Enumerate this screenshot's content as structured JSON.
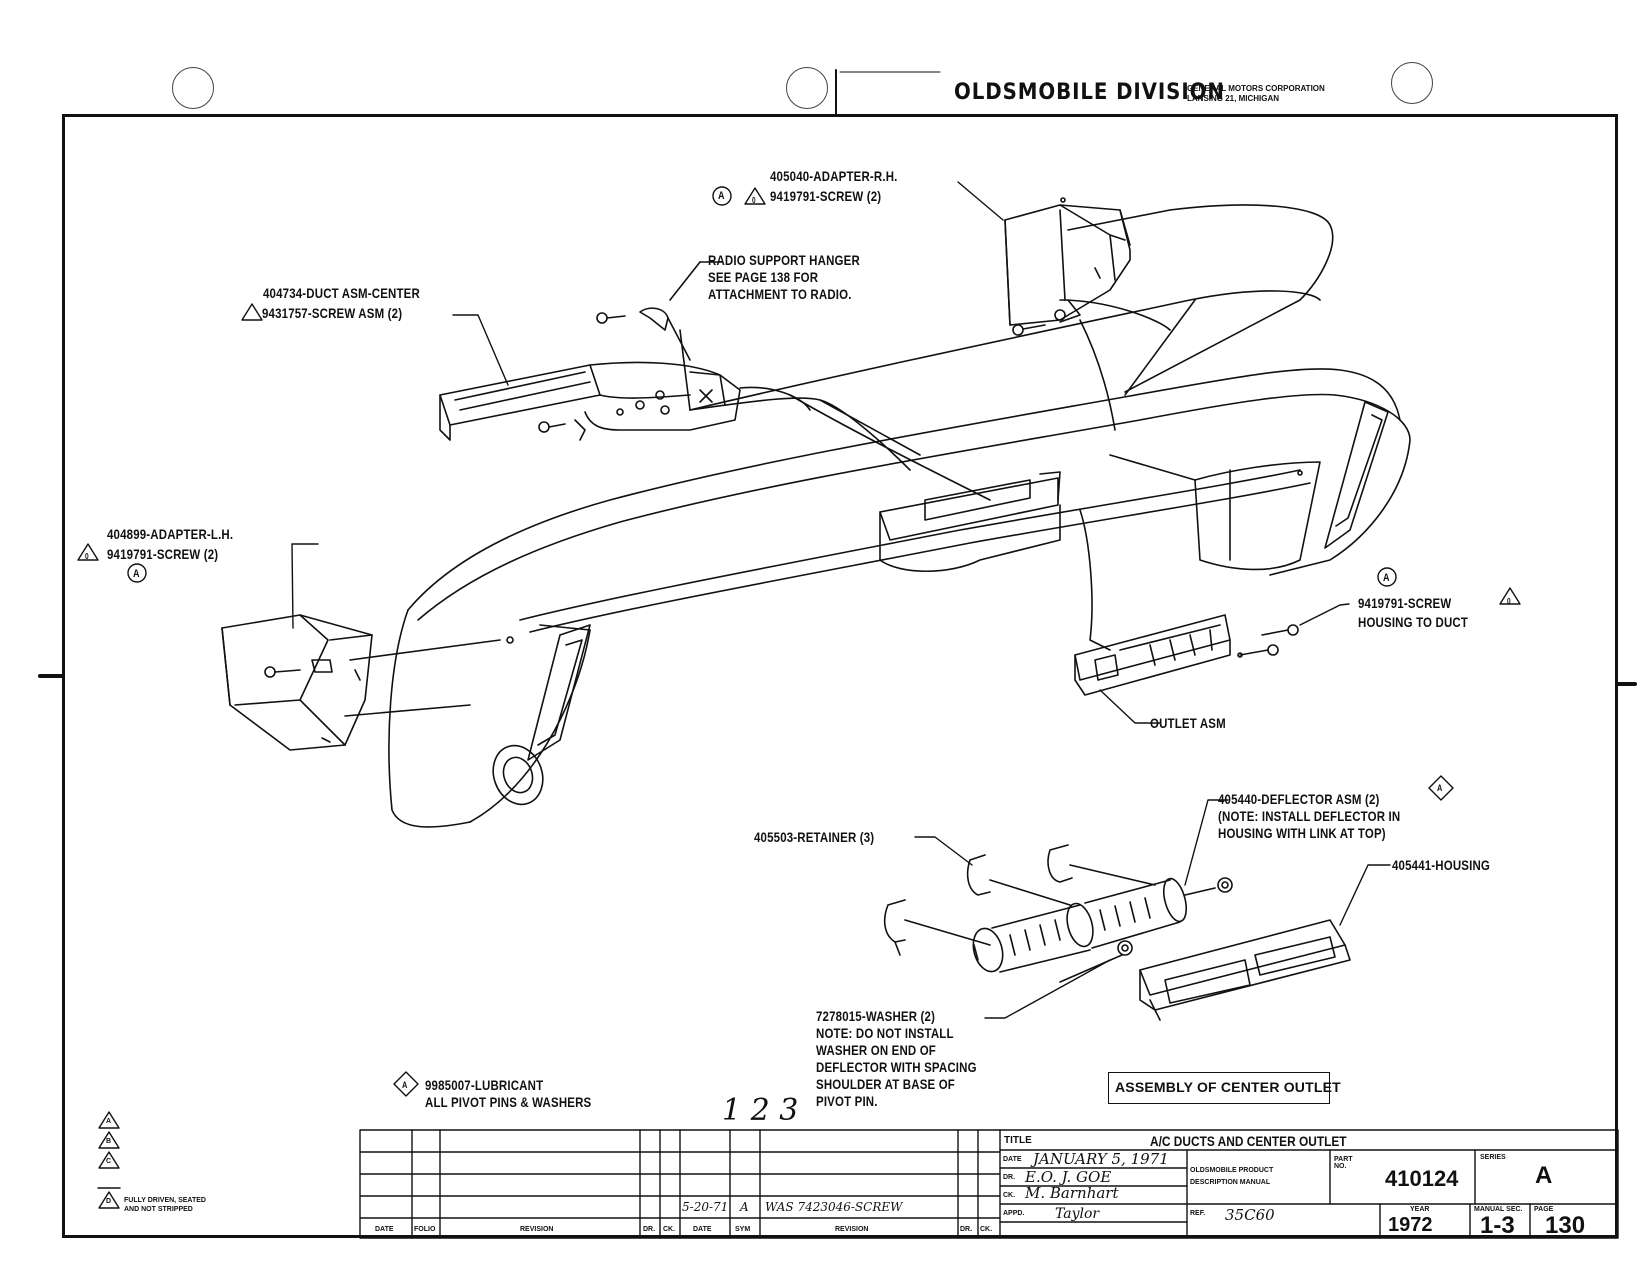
{
  "header": {
    "division": "OLDSMOBILE DIVISION",
    "corp_line1": "GENERAL MOTORS CORPORATION",
    "corp_line2": "LANSING 21, MICHIGAN"
  },
  "callouts": {
    "adapter_rh": "405040-ADAPTER-R.H.",
    "adapter_rh_screw": "9419791-SCREW (2)",
    "radio_hanger": [
      "RADIO SUPPORT HANGER",
      "SEE PAGE 138 FOR",
      "ATTACHMENT TO RADIO."
    ],
    "duct_center": "404734-DUCT ASM-CENTER",
    "duct_center_screw": "9431757-SCREW ASM (2)",
    "adapter_lh": "404899-ADAPTER-L.H.",
    "adapter_lh_screw": "9419791-SCREW (2)",
    "screw_housing": "9419791-SCREW",
    "screw_housing2": "HOUSING TO DUCT",
    "outlet_asm": "OUTLET ASM",
    "deflector": [
      "405440-DEFLECTOR ASM (2)",
      "(NOTE: INSTALL DEFLECTOR IN",
      "HOUSING WITH LINK AT TOP)"
    ],
    "retainer": "405503-RETAINER (3)",
    "housing": "405441-HOUSING",
    "washer": [
      "7278015-WASHER (2)",
      "NOTE:  DO NOT INSTALL",
      "WASHER ON END OF",
      "DEFLECTOR WITH SPACING",
      "SHOULDER AT BASE OF",
      "PIVOT PIN."
    ],
    "assembly_box": "ASSEMBLY OF CENTER OUTLET",
    "lubricant": [
      "9985007-LUBRICANT",
      "ALL PIVOT PINS & WASHERS"
    ],
    "badge_a": "A",
    "badge_0": "0",
    "page_stamp": "1 2 3"
  },
  "legend": {
    "fully_driven": [
      "FULLY DRIVEN, SEATED",
      "AND NOT STRIPPED"
    ],
    "tri_labels": [
      "A",
      "B",
      "C",
      "D"
    ]
  },
  "title_block": {
    "title_label": "TITLE",
    "title": "A/C DUCTS AND CENTER OUTLET",
    "date_label": "DATE",
    "date": "JANUARY 5, 1971",
    "dr_label": "DR.",
    "dr": "E.O. J. GOE",
    "ck_label": "CK.",
    "ck": "M. Barnhart",
    "appd_label": "APPD.",
    "appd": "Taylor",
    "manual_line1": "OLDSMOBILE PRODUCT",
    "manual_line2": "DESCRIPTION MANUAL",
    "part_label": "PART NO.",
    "part_no": "410124",
    "series_label": "SERIES",
    "series": "A",
    "ref_label": "REF.",
    "ref": "35C60",
    "year_label": "YEAR",
    "year": "1972",
    "manual_sec_label": "MANUAL SEC.",
    "manual_sec": "1-3",
    "page_label": "PAGE",
    "page": "130",
    "rev_headers": [
      "DATE",
      "FOLIO",
      "REVISION",
      "DR.",
      "CK.",
      "DATE",
      "SYM",
      "REVISION",
      "DR.",
      "CK."
    ],
    "rev_entry_date": "5-20-71",
    "rev_entry_sym": "A",
    "rev_entry_text": "WAS 7423046-SCREW"
  }
}
